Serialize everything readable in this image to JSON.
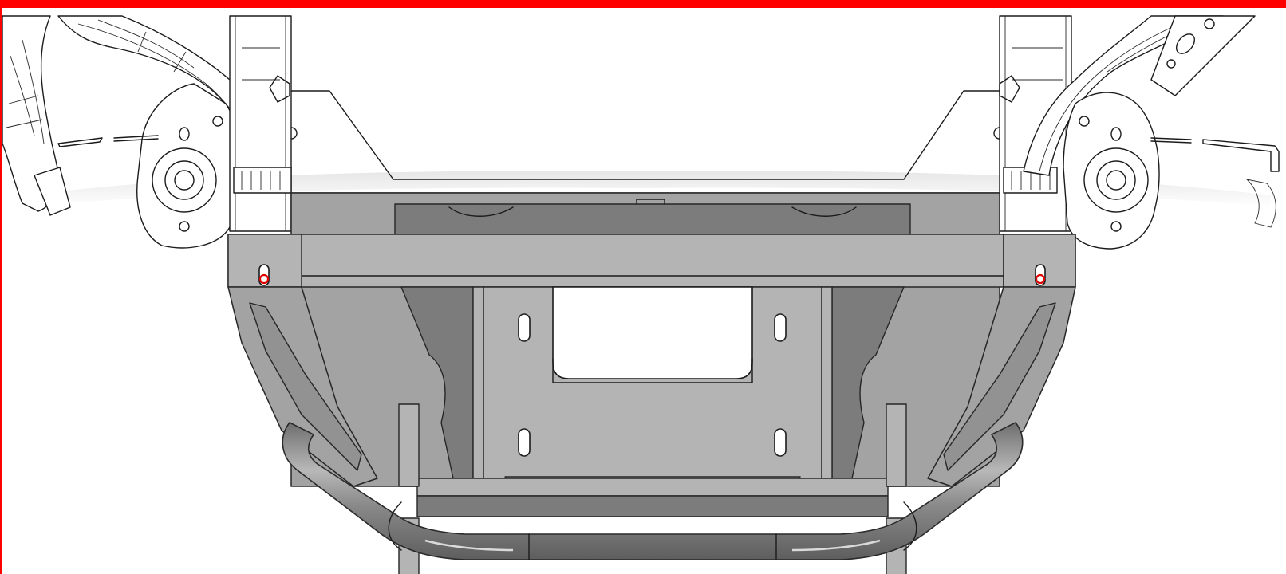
{
  "scene": {
    "subject": "bumper-assembly-render",
    "frame_color": "#ff0000",
    "fill_colors": {
      "plate": "#a3a3a3",
      "plate_dark": "#7c7c7c",
      "plate_light": "#b4b4b4",
      "tube": "#8f8f8f",
      "linework": "#1b1b1b",
      "background": "#ffffff"
    },
    "markers": [
      {
        "name": "left-mount-bolt-marker",
        "color": "#e00000"
      },
      {
        "name": "right-mount-bolt-marker",
        "color": "#e00000"
      }
    ]
  }
}
